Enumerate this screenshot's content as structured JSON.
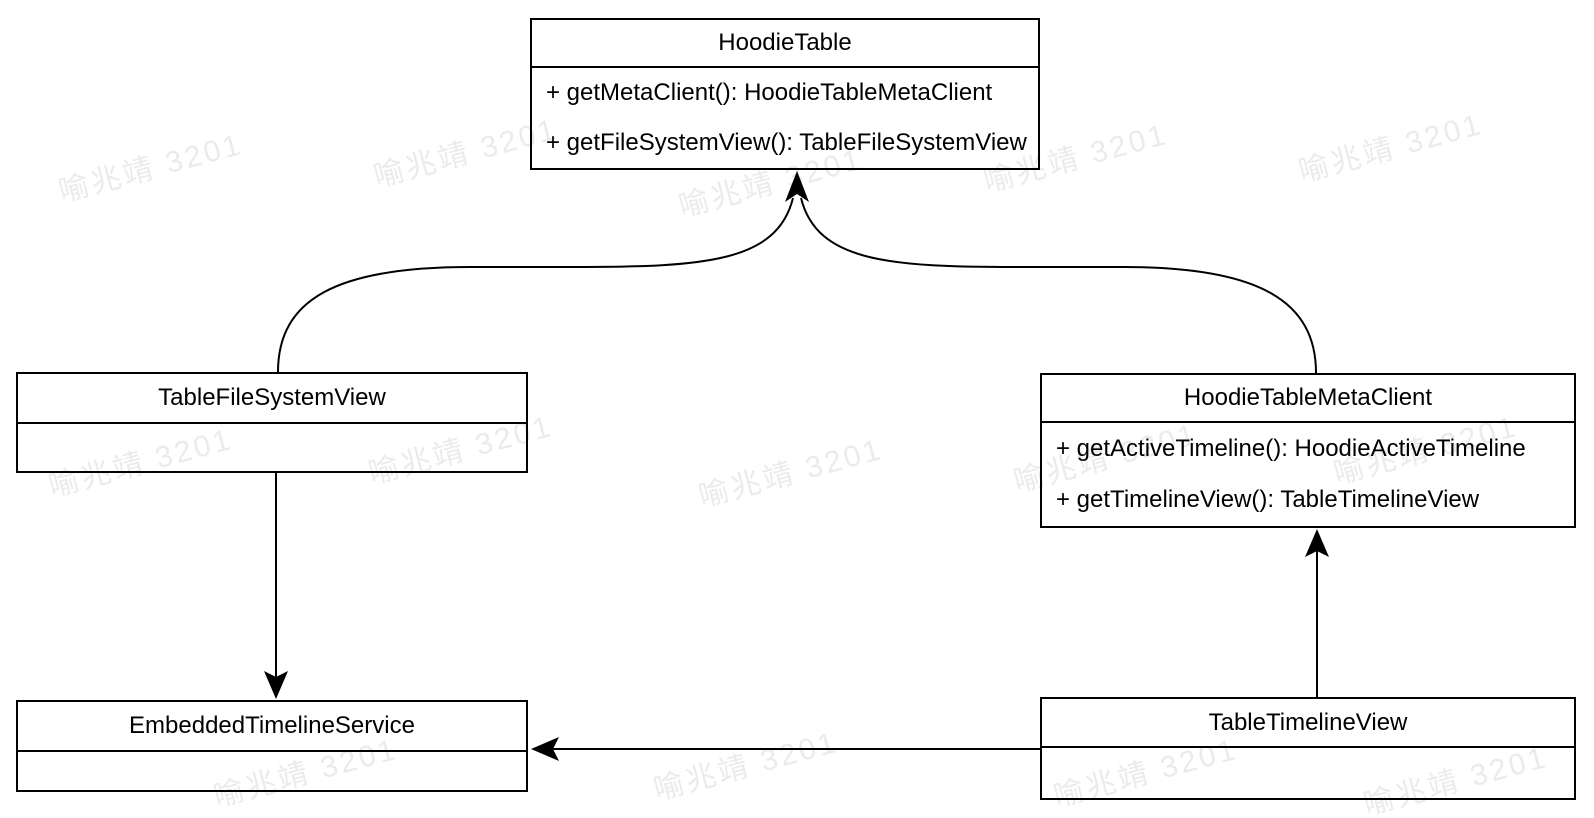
{
  "diagram": {
    "type": "uml-class-diagram",
    "classes": [
      {
        "id": "hoodie-table",
        "name": "HoodieTable",
        "methods": [
          "+ getMetaClient(): HoodieTableMetaClient",
          "+ getFileSystemView(): TableFileSystemView"
        ]
      },
      {
        "id": "table-file-system-view",
        "name": "TableFileSystemView",
        "methods": []
      },
      {
        "id": "hoodie-table-meta-client",
        "name": "HoodieTableMetaClient",
        "methods": [
          "+ getActiveTimeline(): HoodieActiveTimeline",
          "+ getTimelineView(): TableTimelineView"
        ]
      },
      {
        "id": "embedded-timeline-service",
        "name": "EmbeddedTimelineService",
        "methods": []
      },
      {
        "id": "table-timeline-view",
        "name": "TableTimelineView",
        "methods": []
      }
    ],
    "relations": [
      {
        "from": "TableFileSystemView",
        "to": "HoodieTable",
        "style": "curved-line-solid-arrowhead"
      },
      {
        "from": "HoodieTableMetaClient",
        "to": "HoodieTable",
        "style": "curved-line-solid-arrowhead"
      },
      {
        "from": "TableFileSystemView",
        "to": "EmbeddedTimelineService",
        "style": "straight-down-solid-arrowhead"
      },
      {
        "from": "TableTimelineView",
        "to": "HoodieTableMetaClient",
        "style": "straight-up-solid-arrowhead"
      },
      {
        "from": "TableTimelineView",
        "to": "EmbeddedTimelineService",
        "style": "straight-left-solid-arrowhead"
      }
    ]
  },
  "watermark": {
    "text": "喻兆靖 3201",
    "color": "#ebebeb"
  },
  "colors": {
    "line": "#000000",
    "background": "#ffffff",
    "text": "#000000"
  }
}
